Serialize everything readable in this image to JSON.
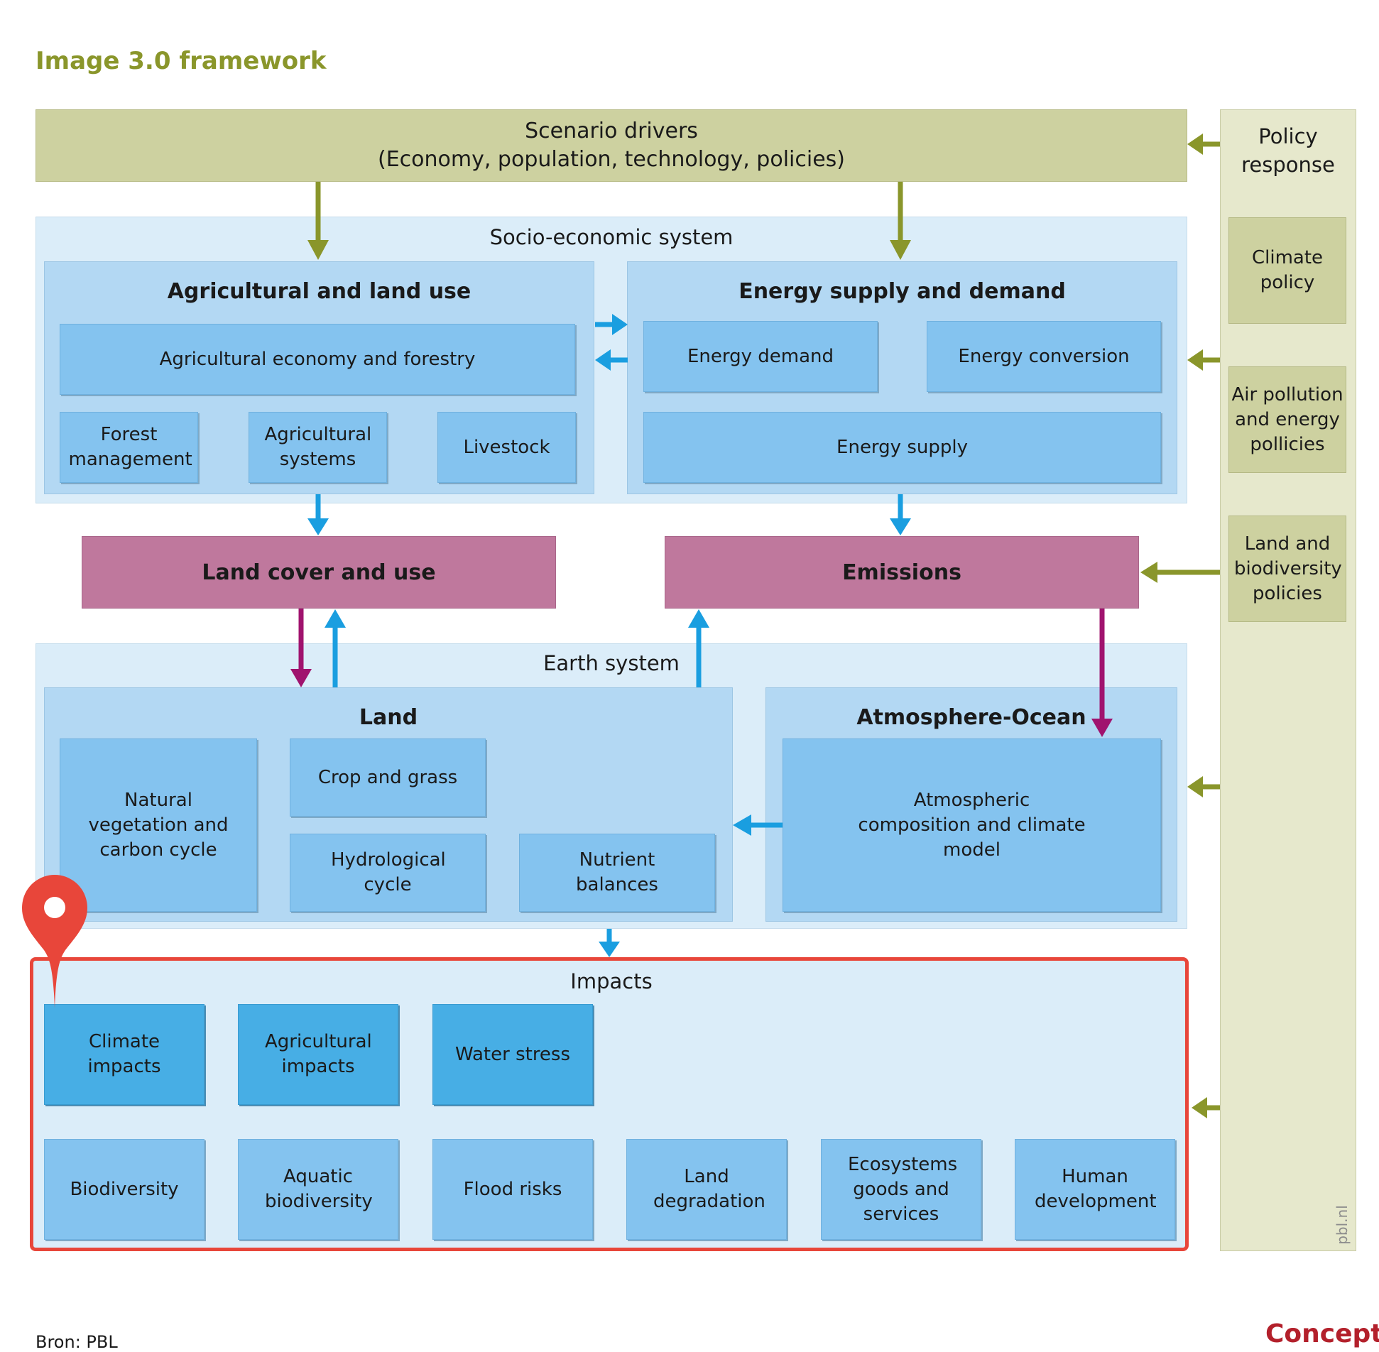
{
  "title": "Image 3.0 framework",
  "scenario": {
    "line1": "Scenario drivers",
    "line2": "(Economy, population, technology, policies)"
  },
  "socio": {
    "label": "Socio-economic system",
    "agri": {
      "title": "Agricultural and land use",
      "economy": "Agricultural economy and forestry",
      "forest": "Forest management",
      "systems": "Agricultural systems",
      "livestock": "Livestock"
    },
    "energy": {
      "title": "Energy supply and demand",
      "demand": "Energy demand",
      "conversion": "Energy conversion",
      "supply": "Energy supply"
    }
  },
  "land_cover": "Land cover and use",
  "emissions": "Emissions",
  "earth": {
    "label": "Earth system",
    "land": {
      "title": "Land",
      "natural": "Natural vegetation and carbon cycle",
      "crop": "Crop and grass",
      "hydro": "Hydrological cycle",
      "nutrient": "Nutrient balances"
    },
    "atmo": {
      "title": "Atmosphere-Ocean",
      "model": "Atmospheric composition and climate model"
    }
  },
  "impacts": {
    "label": "Impacts",
    "row1": [
      "Climate impacts",
      "Agricultural impacts",
      "Water stress"
    ],
    "row2": [
      "Biodiversity",
      "Aquatic biodiversity",
      "Flood risks",
      "Land degradation",
      "Ecosystems goods and services",
      "Human development"
    ]
  },
  "policy": {
    "title": "Policy response",
    "items": [
      "Climate policy",
      "Air pollution and energy pollicies",
      "Land and biodiversity policies"
    ]
  },
  "watermark": "pbl.nl",
  "source": "Bron: PBL",
  "status": "Concept",
  "colors": {
    "olive": "#8a962b",
    "blue_arrow": "#1a9ee0",
    "purple_arrow": "#a0136e",
    "highlight": "#e8463a"
  }
}
